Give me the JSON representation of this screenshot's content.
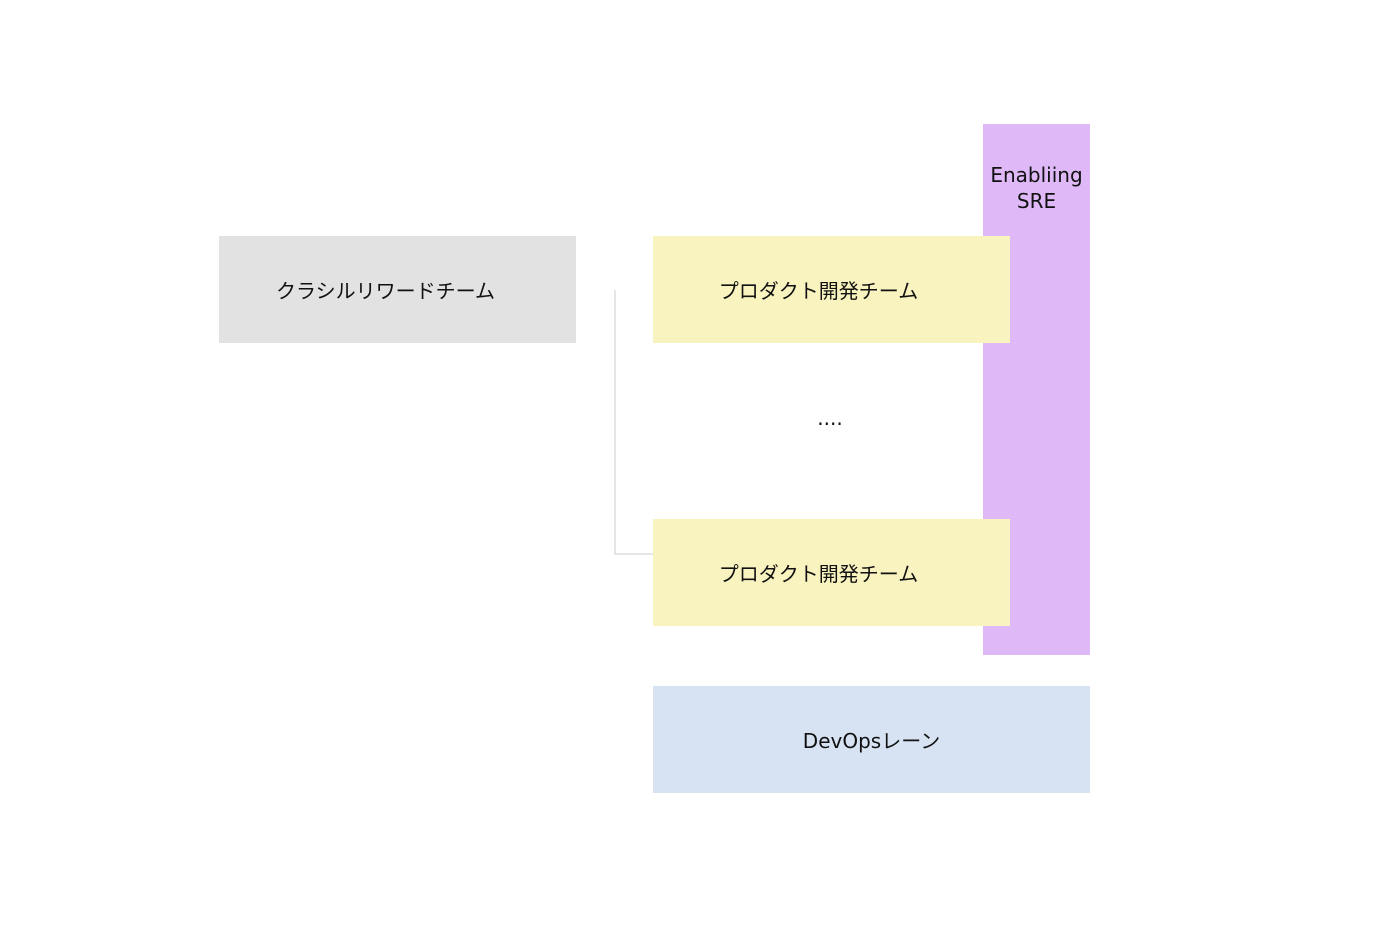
{
  "diagram": {
    "parent_team": {
      "label": "クラシルリワードチーム"
    },
    "enabling": {
      "line1": "Enabliing",
      "line2": "SRE"
    },
    "product_teams": [
      {
        "label": "プロダクト開発チーム"
      },
      {
        "label": "プロダクト開発チーム"
      }
    ],
    "ellipsis": "....",
    "devops": {
      "label": "DevOpsレーン"
    },
    "colors": {
      "parent_team": "#e2e2e2",
      "product_team": "#f9f3bf",
      "enabling": "#dfb8f8",
      "devops": "#d7e3f3",
      "connector": "#cccccc"
    }
  }
}
